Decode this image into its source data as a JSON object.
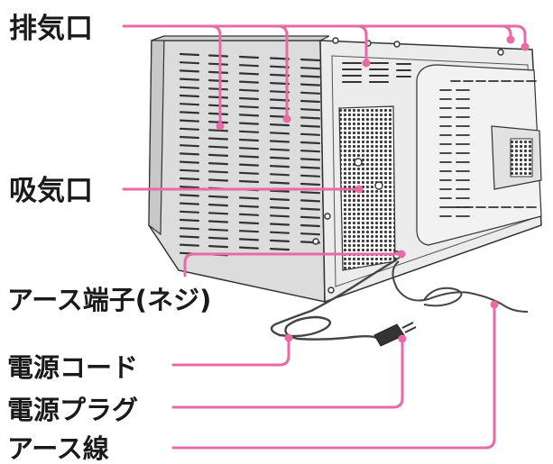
{
  "labels": {
    "exhaust": "排気口",
    "intake": "吸気口",
    "ground_terminal": "アース端子(ネジ)",
    "power_cord": "電源コード",
    "power_plug": "電源プラグ",
    "ground_wire": "アース線"
  },
  "colors": {
    "leader_line": "#e86aa6",
    "leader_dot": "#e86aa6",
    "label_text": "#1a1a1a",
    "appliance_body": "#e9e9e9",
    "appliance_side": "#d9d9d9",
    "appliance_outline": "#333333",
    "vent_mesh": "#3a3a3a",
    "cord": "#444444"
  }
}
